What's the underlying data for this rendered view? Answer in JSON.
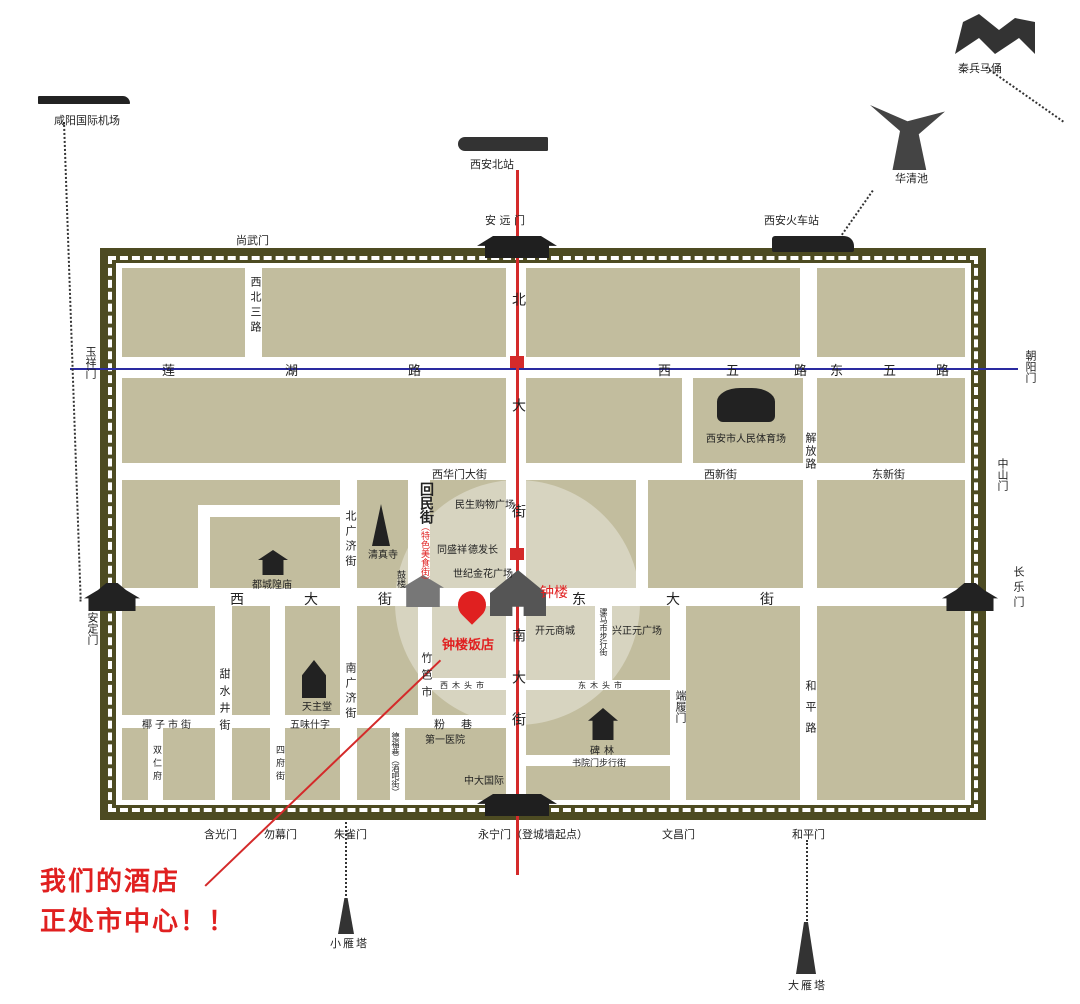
{
  "landmarks_outside": {
    "airport": "咸阳国际机场",
    "terracotta": "秦兵马俑",
    "huaqing": "华清池",
    "north_station": "西安北站",
    "railway_station": "西安火车站",
    "small_goose": "小雁塔",
    "big_goose": "大雁塔"
  },
  "gates": {
    "anyuan": "安 远 门",
    "shangwu": "尚武门",
    "yuxiang": "玉祥门",
    "chaoyang": "朝阳门",
    "zhongshan": "中山门",
    "anding": "安定门",
    "changle": "长乐门",
    "hanguang": "含光门",
    "qumu": "勿幕门",
    "zhuque": "朱雀门",
    "yongning": "永宁门（登城墙起点）",
    "wenchang": "文昌门",
    "heping": "和平门"
  },
  "streets": {
    "lianhu": "莲湖路",
    "xiwu": "西五路",
    "dongwu": "东五路",
    "beida": "北大街",
    "nanda": "南大街",
    "xida": "西大街",
    "dongda": "东大街",
    "xihuamen": "西华门大街",
    "xixin": "西新街",
    "dongxin": "东新街",
    "jiefang": "解放路",
    "heping_rd": "和平路",
    "huimin": "回民街",
    "huimin_note": "（特色美食街）",
    "beiguangji": "北广济街",
    "nanguangji": "南广济街",
    "xibeisan": "西北三路",
    "tianshuijing": "甜水井街",
    "yezishi": "椰子市街",
    "wuweishizi": "五味什字",
    "shuangren": "双仁府",
    "sifu": "四府街",
    "zhujia": "竹笆市",
    "fenxiang": "粉巷",
    "defu": "德福巷（酒吧街）",
    "ximutou": "西木头市",
    "dongmutou": "东木头市",
    "duanlu": "端履门",
    "shuyuan": "书院门步行街",
    "luomashi": "骡马市步行街"
  },
  "pois": {
    "stadium": "西安市人民体育场",
    "mosque": "清真寺",
    "duchenghuang": "都城隍庙",
    "drum": "鼓楼",
    "bell": "钟楼",
    "hotel": "钟楼饭店",
    "minsheng": "民生购物广场",
    "tongshengxiang": "同盛祥",
    "defachang": "德发长",
    "shiji": "世纪金花广场",
    "kaiyuan": "开元商城",
    "xingzhengyuan": "兴正元广场",
    "church": "天主堂",
    "beilin": "碑林",
    "hospital": "第一医院",
    "zhongda": "中大国际"
  },
  "callout": {
    "line1": "我们的酒店",
    "line2": "正处市中心！！"
  },
  "colors": {
    "wall": "#4d4b22",
    "block": "#c2bd9e",
    "accent": "#e02020",
    "blue_line": "#2a2aa0"
  }
}
